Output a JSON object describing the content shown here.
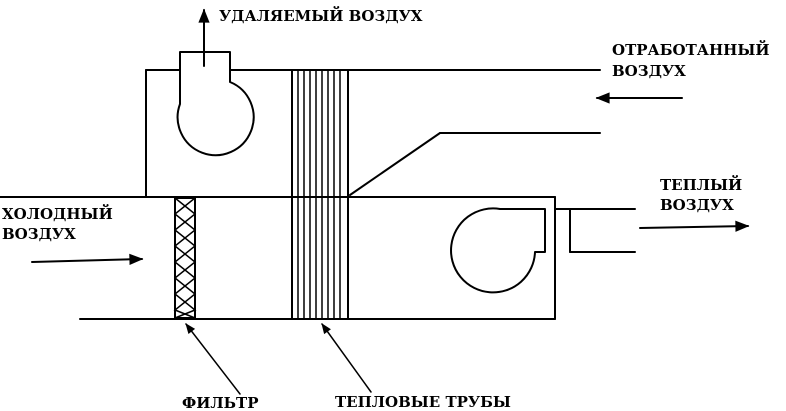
{
  "labels": {
    "exhaust_air": "УДАЛЯЕМЫЙ ВОЗДУХ",
    "spent_air_line1": "ОТРАБОТАННЫЙ",
    "spent_air_line2": "ВОЗДУХ",
    "cold_air_line1": "ХОЛОДНЫЙ",
    "cold_air_line2": "ВОЗДУХ",
    "warm_air_line1": "ТЕПЛЫЙ",
    "warm_air_line2": "ВОЗДУХ",
    "filter": "ФИЛЬТР",
    "heat_pipes": "ТЕПЛОВЫЕ ТРУБЫ"
  }
}
